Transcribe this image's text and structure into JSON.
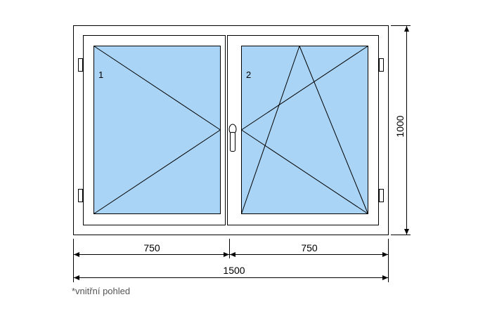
{
  "window": {
    "sashes": [
      {
        "number": "1"
      },
      {
        "number": "2"
      }
    ]
  },
  "dimensions": {
    "width_left": "750",
    "width_right": "750",
    "width_total": "1500",
    "height": "1000"
  },
  "note": "*vnitřní pohled",
  "colors": {
    "glass": "#aad4f5",
    "frame": "#000000",
    "background": "#ffffff"
  }
}
